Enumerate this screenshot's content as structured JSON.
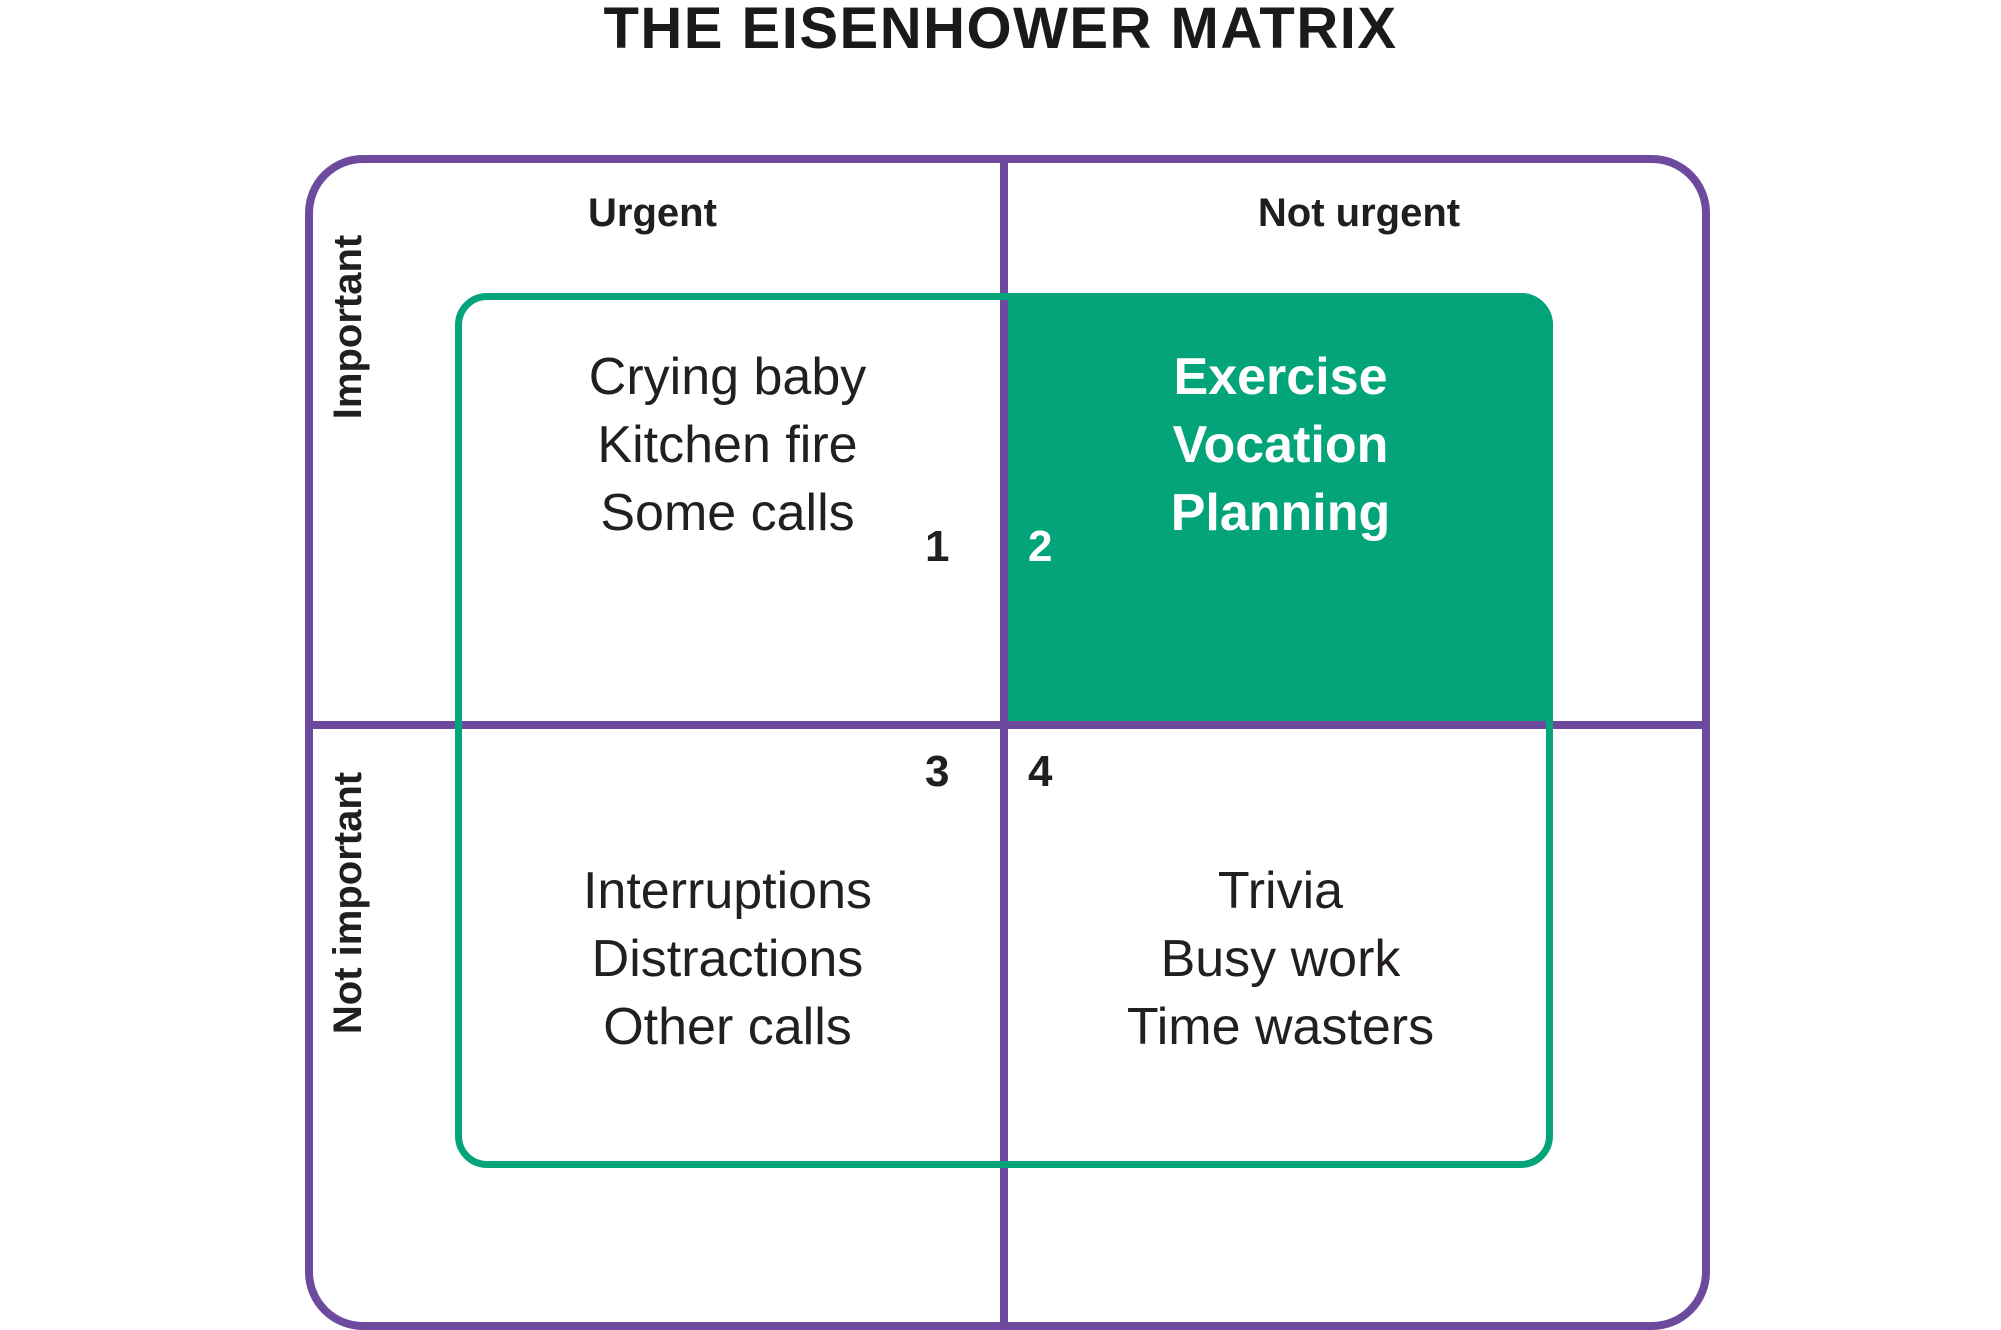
{
  "title": "THE EISENHOWER MATRIX",
  "colors": {
    "frame_purple": "#6e4a9e",
    "accent_green": "#04a47a",
    "text_dark": "#231f20",
    "text_light": "#ffffff",
    "background": "#ffffff"
  },
  "columns": [
    {
      "label": "Urgent"
    },
    {
      "label": "Not urgent"
    }
  ],
  "rows": [
    {
      "label": "Important"
    },
    {
      "label": "Not important"
    }
  ],
  "quadrants": [
    {
      "number": "1",
      "row": "Important",
      "column": "Urgent",
      "highlighted": false,
      "items": [
        "Crying baby",
        "Kitchen fire",
        "Some calls"
      ]
    },
    {
      "number": "2",
      "row": "Important",
      "column": "Not urgent",
      "highlighted": true,
      "items": [
        "Exercise",
        "Vocation",
        "Planning"
      ]
    },
    {
      "number": "3",
      "row": "Not important",
      "column": "Urgent",
      "highlighted": false,
      "items": [
        "Interruptions",
        "Distractions",
        "Other calls"
      ]
    },
    {
      "number": "4",
      "row": "Not important",
      "column": "Not urgent",
      "highlighted": false,
      "items": [
        "Trivia",
        "Busy work",
        "Time wasters"
      ]
    }
  ]
}
